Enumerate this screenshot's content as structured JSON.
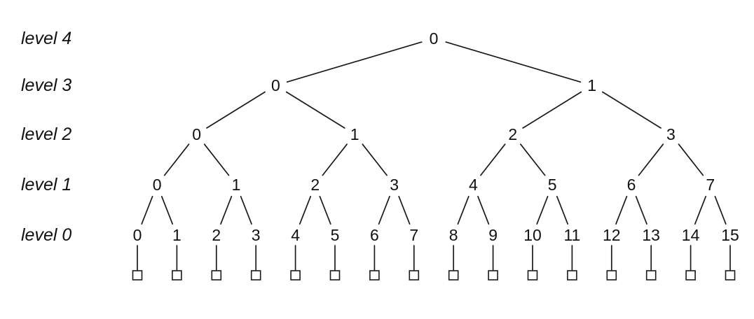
{
  "diagram": {
    "type": "complete-binary-tree",
    "levels": [
      {
        "label": "level 4",
        "nodes": [
          "0"
        ]
      },
      {
        "label": "level 3",
        "nodes": [
          "0",
          "1"
        ]
      },
      {
        "label": "level 2",
        "nodes": [
          "0",
          "1",
          "2",
          "3"
        ]
      },
      {
        "label": "level 1",
        "nodes": [
          "0",
          "1",
          "2",
          "3",
          "4",
          "5",
          "6",
          "7"
        ]
      },
      {
        "label": "level 0",
        "nodes": [
          "0",
          "1",
          "2",
          "3",
          "4",
          "5",
          "6",
          "7",
          "8",
          "9",
          "10",
          "11",
          "12",
          "13",
          "14",
          "15"
        ]
      }
    ],
    "leaf_box_count": 16,
    "colors": {
      "line": "#1a1a1a",
      "text": "#111111",
      "background": "#ffffff"
    }
  }
}
